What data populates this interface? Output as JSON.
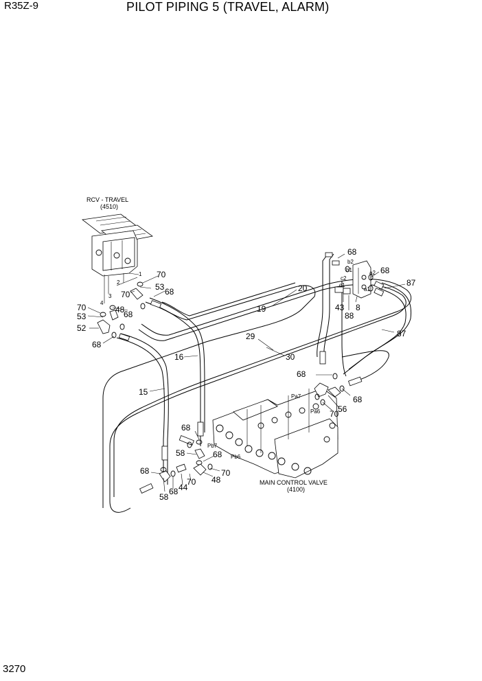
{
  "header": {
    "model": "R35Z-9",
    "title": "PILOT PIPING 5 (TRAVEL, ALARM)"
  },
  "footer": {
    "page_number": "3270"
  },
  "components": {
    "rcv": {
      "name": "RCV - TRAVEL",
      "code": "(4510)"
    },
    "mcv": {
      "name": "MAIN CONTROL VALVE",
      "code": "(4100)"
    }
  },
  "port_labels": {
    "p1": "1",
    "p2": "2",
    "p3": "3",
    "p4": "4",
    "pa7": "Pa7",
    "pa6": "Pa6",
    "pb7": "Pb7",
    "pb6": "Pb6",
    "a1": "a1",
    "a2": "a2",
    "b1": "b1",
    "b2": "b2",
    "c1": "c1",
    "c2": "c2"
  },
  "callouts": {
    "c68_top": "68",
    "c68_r1": "68",
    "c87_a": "87",
    "c87_b": "87",
    "c43": "43",
    "c88": "88",
    "c8": "8",
    "c20": "20",
    "c19": "19",
    "c29": "29",
    "c30": "30",
    "c70_a": "70",
    "c53_a": "53",
    "c68_a": "68",
    "c70_b": "70",
    "c68_b": "68",
    "c70_c": "70",
    "c53_b": "53",
    "c48_a": "48",
    "c52": "52",
    "c68_c": "68",
    "c16": "16",
    "c15": "15",
    "c68_d": "68",
    "c68_e": "68",
    "c70_d": "70",
    "c56": "56",
    "c68_f": "68",
    "c58_a": "58",
    "c68_g": "68",
    "c70_e": "70",
    "c48_b": "48",
    "c68_h": "68",
    "c58_b": "58",
    "c68_i": "68",
    "c44": "44",
    "c70_f": "70"
  }
}
